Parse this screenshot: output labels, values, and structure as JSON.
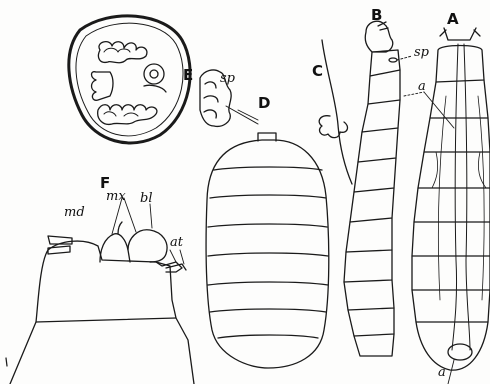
{
  "labels": {
    "A": "A",
    "B": "B",
    "C": "C",
    "D": "D",
    "E": "E",
    "F": "F",
    "sp_e": "sp",
    "sp_b": "sp",
    "a_top": "a",
    "a_bottom": "a",
    "md": "md",
    "mx": "mx",
    "bl": "bl",
    "at": "at"
  }
}
